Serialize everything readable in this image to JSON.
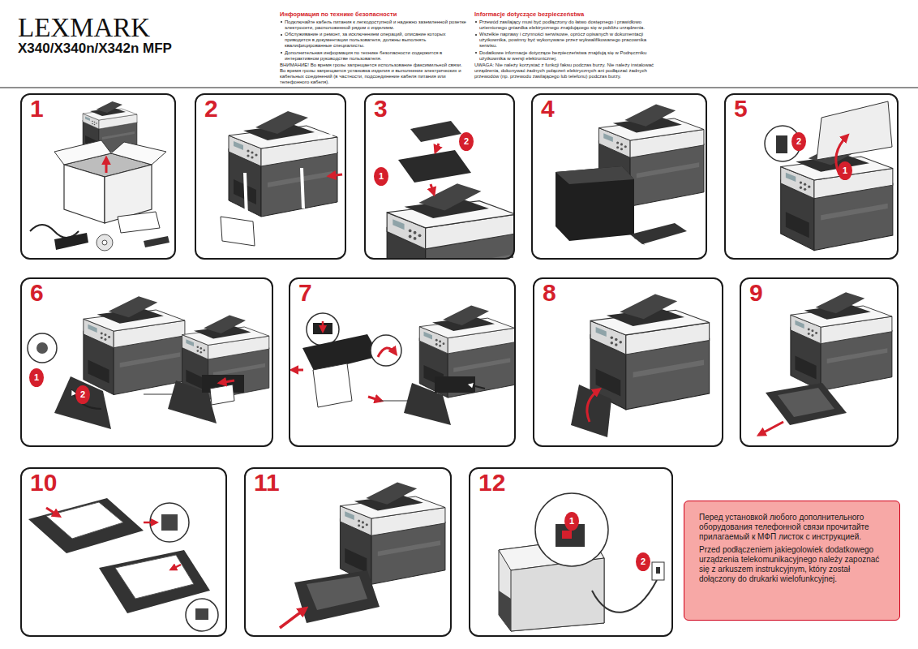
{
  "diagram": {
    "title": "X340/X340n/X342n MFP",
    "nodes": [
      {
        "text": [
          "1"
        ]
      },
      {
        "text": [
          "2"
        ]
      },
      {
        "text": [
          "3"
        ]
      },
      {
        "text": [
          "1"
        ],
        "in": 2
      },
      {
        "text": [
          "2"
        ],
        "in": 2
      },
      {
        "text": [
          "4"
        ]
      },
      {
        "text": [
          "5"
        ]
      },
      {
        "text": [
          "2"
        ],
        "in": 6
      },
      {
        "text": [
          "1"
        ],
        "in": 6
      },
      {
        "text": [
          "6"
        ]
      },
      {
        "text": [
          "1"
        ],
        "in": 9
      },
      {
        "text": [
          "2"
        ],
        "in": 9
      },
      {
        "text": [
          "7"
        ]
      },
      {
        "text": [
          "8"
        ]
      },
      {
        "text": [
          "9"
        ]
      },
      {
        "text": [
          "10"
        ]
      },
      {
        "text": [
          "11"
        ]
      },
      {
        "text": [
          "12"
        ]
      },
      {
        "text": [
          "1"
        ],
        "in": 17
      },
      {
        "text": [
          "2"
        ],
        "in": 17
      },
      {
        "text": [
          "Перед установкой любого дополнительного оборудования телефонной связи прочитайте прилагаемый к МФП листок с инструкцией.",
          "Przed podłączeniem jakiegolowiek dodatkowego urządzenia telekomunikacyjnego należy zapoznać się z arkuszem instrukcyjnym, który został dołączony do drukarki wielofunkcyjnej."
        ]
      }
    ],
    "labels": [
      "LEXMARK",
      "Информация по технике безопасности",
      "Подключайте кабель питания к легкодоступной и надежно заземленной розетке электросети, расположенной рядом с изделием.",
      "Обслуживание и ремонт, за исключением операций, описание которых приводится в документации пользователя, должны выполнять квалифицированные специалисты.",
      "Дополнительная информация по технике безопасности содержится в интерактивном руководстве пользователя.",
      "ВНИМАНИЕ! Во время грозы запрещается использование факсимильной связи. Во время грозы запрещается установка изделия и выполнение электрических и кабельных соединений (в частности, подсоединение кабеля питания или телефонного кабеля).",
      "Informacje dotyczące bezpieczeństwa",
      "Przewód zasilający musi być podłączony do łatwo dostępnego i prawidłowo uziemionego gniazdka elektrycznego znajdującego się w pobliżu urządzenia.",
      "Wszelkie naprawy i czynności serwisowe, oprócz opisanych w dokumentacji użytkownika, powinny być wykonywane przez wykwalifikowanego pracownika serwisu.",
      "Dodatkowe informacje dotyczące bezpieczeństwa znajdują się w Podręczniku użytkownika w wersji elektronicznej.",
      "UWAGA: Nie należy korzystać z funkcji faksu podczas burzy. Nie należy instalować urządzenia, dokonywać żadnych połączeń elektrycznych ani podłączać żadnych przewodów (np. przewodu zasilającego lub telefonu) podczas burzy."
    ]
  }
}
